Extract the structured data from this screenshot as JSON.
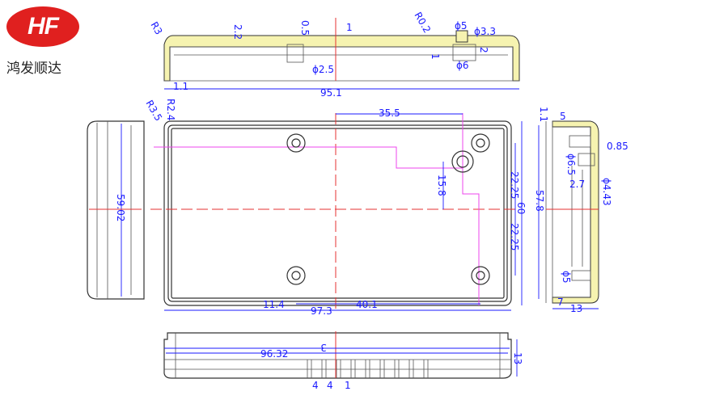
{
  "logo": {
    "mark": "HF",
    "text": "鸿发顺达"
  },
  "colors": {
    "dimension": "#1a1aff",
    "centerline": "#e53030",
    "section": "#ee44ee",
    "wall_fill": "#f6f3b0",
    "logo": "#e0201f"
  },
  "top_view": {
    "r3": "R3",
    "wall": "2.2",
    "gap": "0.5",
    "pitch": "1",
    "r02": "R0.2",
    "d5": "ϕ5",
    "d33": "ϕ3.3",
    "h2": "2",
    "h1": "1",
    "d6": "ϕ6",
    "d25": "ϕ2.5",
    "edge": "1.1",
    "length": "95.1"
  },
  "front_view": {
    "r35": "R3.5",
    "r24": "R2.4",
    "w355": "35.5",
    "h158": "15.8",
    "h2225a": "22.25",
    "h60": "60",
    "h2225b": "22.25",
    "w114": "11.4",
    "w973": "97.3",
    "w401": "40.1"
  },
  "left_view": {
    "height": "59.02"
  },
  "right_view": {
    "t11": "1.1",
    "w5": "5",
    "t085": "0.85",
    "d65": "ϕ6.5",
    "d443": "ϕ4.43",
    "w27": "2.7",
    "h578": "57.8",
    "d5": "ϕ5",
    "w7": "7",
    "w13": "13"
  },
  "bottom_view": {
    "w3": "3",
    "w9632": "96.32",
    "h13": "13",
    "p4a": "4",
    "p4b": "4",
    "p1": "1"
  }
}
